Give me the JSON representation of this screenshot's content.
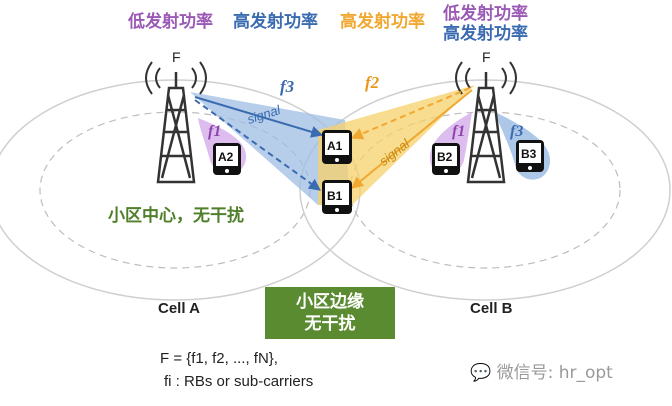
{
  "header": {
    "left_label": "低发射功率",
    "left_center_label": "高发射功率",
    "right_center_label": "高发射功率",
    "right_label_line1": "低发射功率",
    "right_label_line2": "高发射功率"
  },
  "colors": {
    "purple": "#9b59b6",
    "blue": "#3a6bb0",
    "orange": "#f0a830",
    "green": "#5a8b31",
    "center_text": "#4f7f2a"
  },
  "towers": {
    "left_symbol": "F",
    "right_symbol": "F"
  },
  "frequencies": {
    "f1": "f1",
    "f2": "f2",
    "f3": "f3"
  },
  "signal_label": "signal",
  "devices": {
    "a1": "A1",
    "a2": "A2",
    "b1": "B1",
    "b2": "B2",
    "b3": "B3"
  },
  "cell_center_text": "小区中心，无干扰",
  "cell_a": "Cell A",
  "cell_b": "Cell B",
  "cell_edge": {
    "line1": "小区边缘",
    "line2": "无干扰"
  },
  "legend": {
    "line1": "F = {f1, f2, ..., fN},",
    "line2": "fi : RBs or sub-carriers"
  },
  "watermark": "微信号: hr_opt"
}
